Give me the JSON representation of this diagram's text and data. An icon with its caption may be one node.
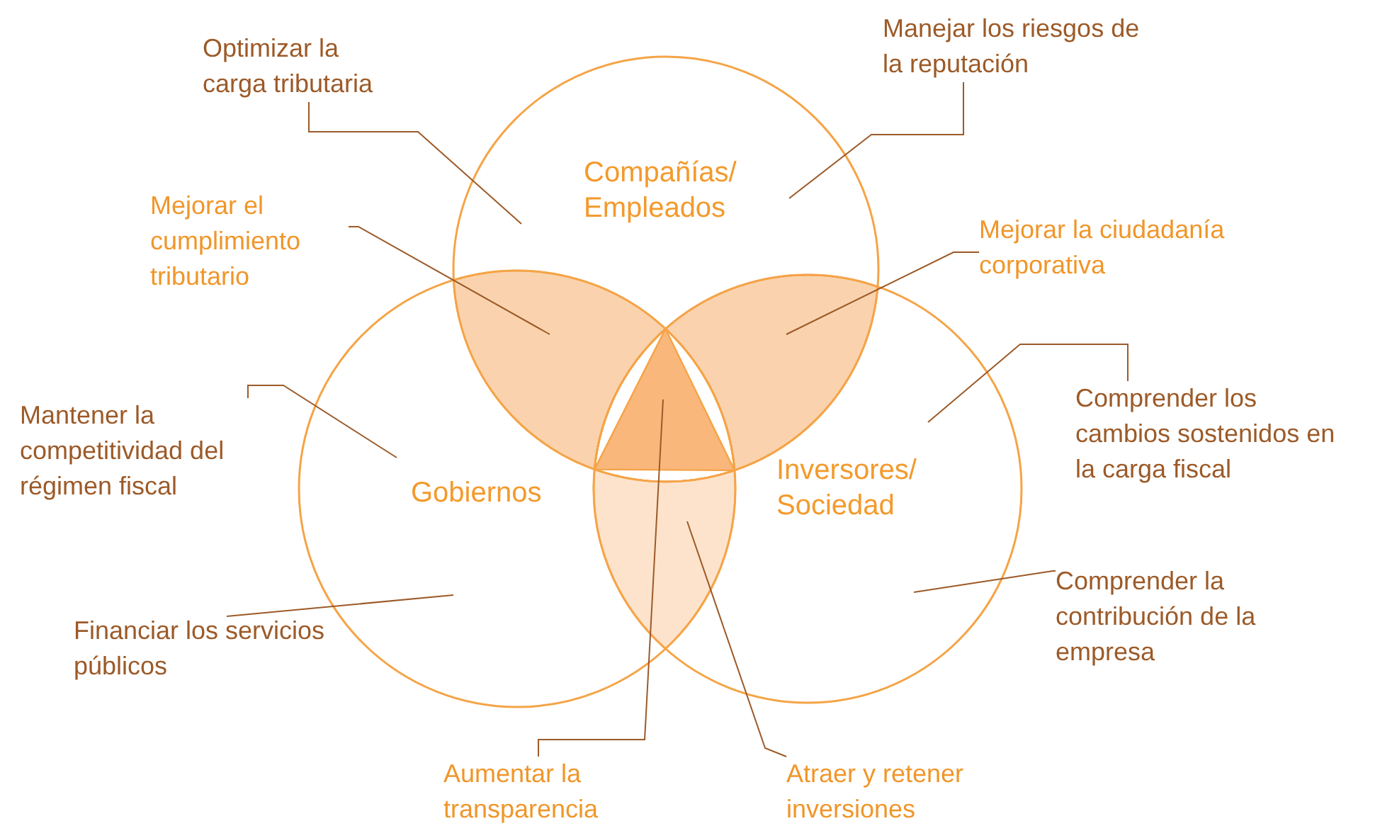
{
  "diagram": {
    "nodes": [
      {
        "text": [
          "Compañías/ Empleados"
        ]
      },
      {
        "text": [
          "Gobiernos"
        ]
      },
      {
        "text": [
          "Inversores/ Sociedad"
        ]
      },
      {
        "text": [
          "Optimizar la carga tributaria"
        ]
      },
      {
        "text": [
          "Manejar los riesgos de la reputación"
        ]
      },
      {
        "text": [
          "Mejorar el cumplimiento tributario"
        ]
      },
      {
        "text": [
          "Mejorar la ciudadanía corporativa"
        ]
      },
      {
        "text": [
          "Mantener la competitividad del régimen fiscal"
        ]
      },
      {
        "text": [
          "Comprender los cambios sostenidos en la carga fiscal"
        ]
      },
      {
        "text": [
          "Financiar los servicios públicos"
        ]
      },
      {
        "text": [
          "Comprender la contribución de la empresa"
        ]
      },
      {
        "text": [
          "Aumentar la transparencia"
        ]
      },
      {
        "text": [
          "Atraer y retener inversiones"
        ]
      },
      {
        "text": [],
        "shape": "lens"
      },
      {
        "text": [],
        "shape": "lens"
      },
      {
        "text": [],
        "shape": "lens"
      },
      {
        "text": [],
        "shape": "triangle"
      }
    ],
    "edges": [
      {
        "from": 3,
        "to": 0,
        "arrow": "none"
      },
      {
        "from": 4,
        "to": 0,
        "arrow": "none"
      },
      {
        "from": 5,
        "to": 13,
        "arrow": "none"
      },
      {
        "from": 6,
        "to": 14,
        "arrow": "none"
      },
      {
        "from": 7,
        "to": 1,
        "arrow": "none"
      },
      {
        "from": 8,
        "to": 2,
        "arrow": "none"
      },
      {
        "from": 9,
        "to": 1,
        "arrow": "none"
      },
      {
        "from": 10,
        "to": 2,
        "arrow": "none"
      },
      {
        "from": 11,
        "to": 16,
        "arrow": "none"
      },
      {
        "from": 12,
        "to": 15,
        "arrow": "none"
      }
    ]
  }
}
